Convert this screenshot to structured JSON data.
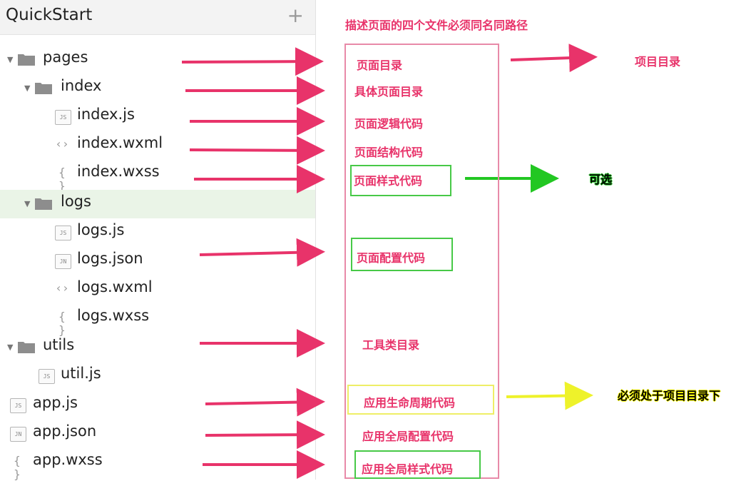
{
  "sidebar": {
    "title": "QuickStart",
    "add_icon": "plus-icon",
    "items": [
      {
        "label": "pages",
        "type": "folder"
      },
      {
        "label": "index",
        "type": "folder"
      },
      {
        "label": "index.js",
        "type": "file",
        "badge": "JS"
      },
      {
        "label": "index.wxml",
        "type": "markup"
      },
      {
        "label": "index.wxss",
        "type": "style"
      },
      {
        "label": "logs",
        "type": "folder",
        "selected": true
      },
      {
        "label": "logs.js",
        "type": "file",
        "badge": "JS"
      },
      {
        "label": "logs.json",
        "type": "file",
        "badge": "JN"
      },
      {
        "label": "logs.wxml",
        "type": "markup"
      },
      {
        "label": "logs.wxss",
        "type": "style"
      },
      {
        "label": "utils",
        "type": "folder"
      },
      {
        "label": "util.js",
        "type": "file",
        "badge": "JS"
      },
      {
        "label": "app.js",
        "type": "file",
        "badge": "JS"
      },
      {
        "label": "app.json",
        "type": "file",
        "badge": "JN"
      },
      {
        "label": "app.wxss",
        "type": "style"
      }
    ]
  },
  "annotations": {
    "header": "描述页面的四个文件必须同名同路径",
    "page_dir": "页面目录",
    "project_dir": "项目目录",
    "specific_page_dir": "具体页面目录",
    "page_logic": "页面逻辑代码",
    "page_structure": "页面结构代码",
    "page_style": "页面样式代码",
    "optional": "可选",
    "page_config": "页面配置代码",
    "utils_dir": "工具类目录",
    "app_lifecycle": "应用生命周期代码",
    "must_root": "必须处于项目目录下",
    "app_config": "应用全局配置代码",
    "app_style": "应用全局样式代码"
  },
  "colors": {
    "arrow_pink": "#e8336a",
    "arrow_green": "#22c722",
    "arrow_yellow": "#eef22a",
    "box_pink": "#e88aa8",
    "box_green": "#47c947",
    "box_yellow": "#eeee66",
    "selected_row": "#eaf4e7"
  }
}
